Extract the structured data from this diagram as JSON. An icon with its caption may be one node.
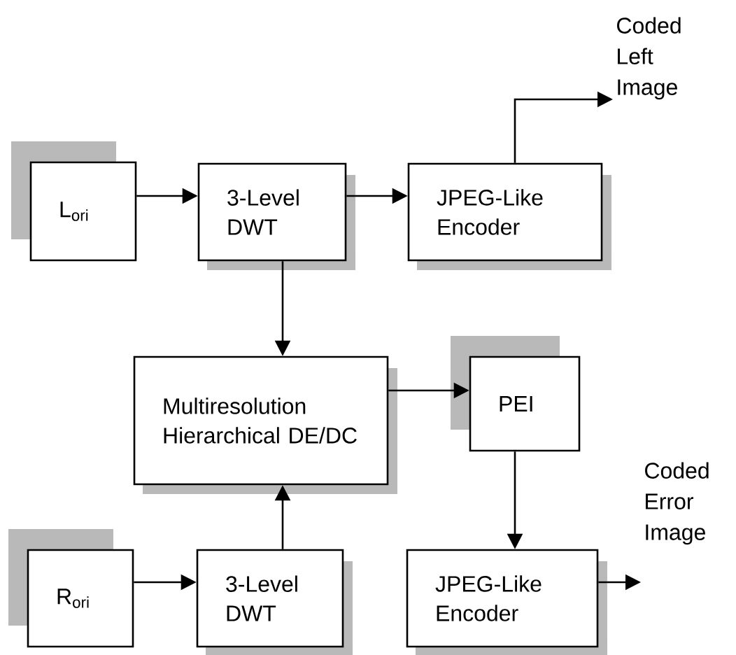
{
  "diagram": {
    "nodes": [
      {
        "text": [
          "L$_{ori}$"
        ]
      },
      {
        "text": [
          "3-Level DWT"
        ]
      },
      {
        "text": [
          "JPEG-Like Encoder"
        ]
      },
      {
        "text": [
          "Coded Left Image"
        ]
      },
      {
        "text": [
          "Multiresolution Hierarchical DE/DC"
        ]
      },
      {
        "text": [
          "PEI"
        ]
      },
      {
        "text": [
          "Coded Error Image"
        ]
      },
      {
        "text": [
          "R$_{ori}$"
        ]
      },
      {
        "text": [
          "3-Level DWT"
        ]
      },
      {
        "text": [
          "JPEG-Like Encoder"
        ]
      }
    ],
    "edges": [
      {
        "from": 0,
        "to": 1,
        "arrow": "to"
      },
      {
        "from": 1,
        "to": 2,
        "arrow": "to"
      },
      {
        "from": 2,
        "to": 3,
        "arrow": "to"
      },
      {
        "from": 1,
        "to": 4,
        "arrow": "to"
      },
      {
        "from": 4,
        "to": 5,
        "arrow": "to"
      },
      {
        "from": 8,
        "to": 4,
        "arrow": "to"
      },
      {
        "from": 7,
        "to": 8,
        "arrow": "to"
      },
      {
        "from": 5,
        "to": 9,
        "arrow": "to"
      },
      {
        "from": 9,
        "to": 6,
        "arrow": "to"
      }
    ]
  }
}
